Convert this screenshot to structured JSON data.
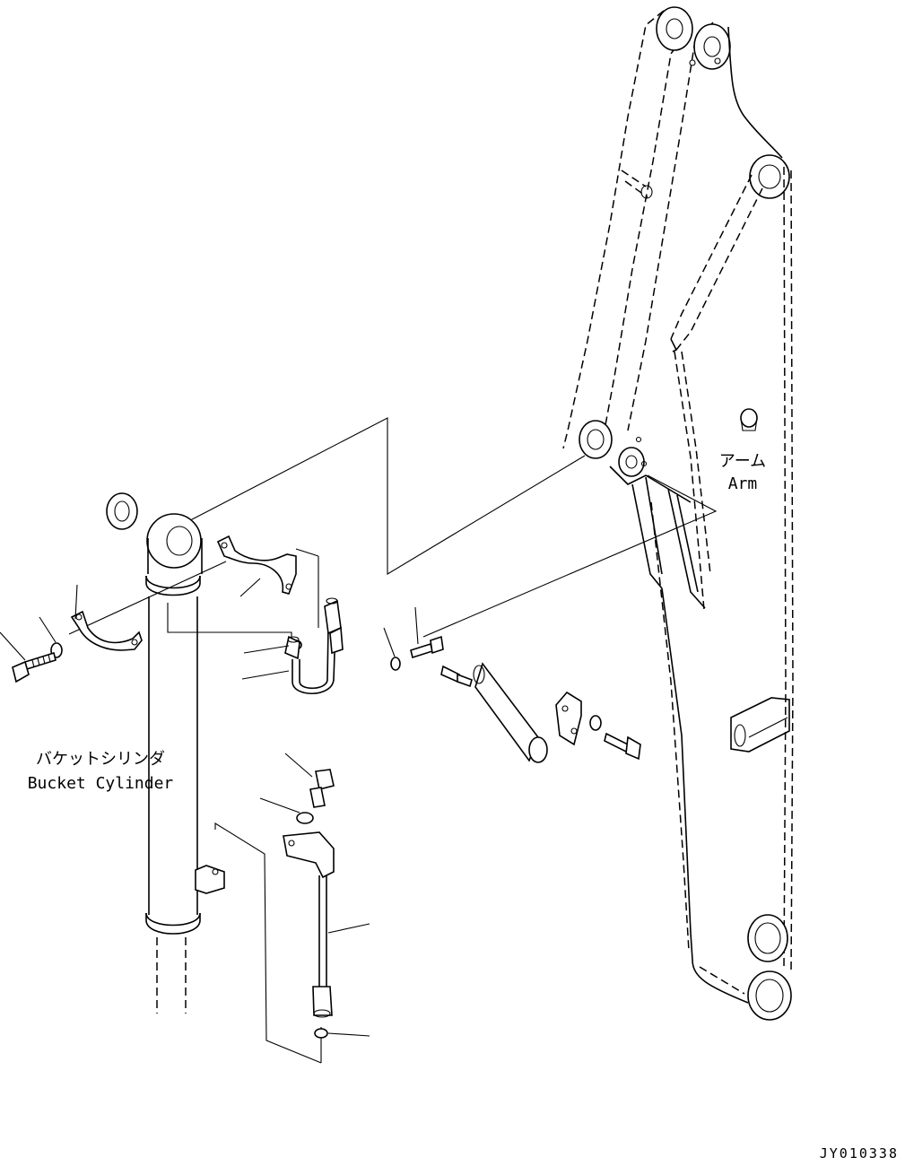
{
  "labels": {
    "arm_jp": "アーム",
    "arm_en": "Arm",
    "bucket_cylinder_jp": "バケットシリンダ",
    "bucket_cylinder_en": "Bucket Cylinder",
    "drawing_number": "JY010338"
  }
}
